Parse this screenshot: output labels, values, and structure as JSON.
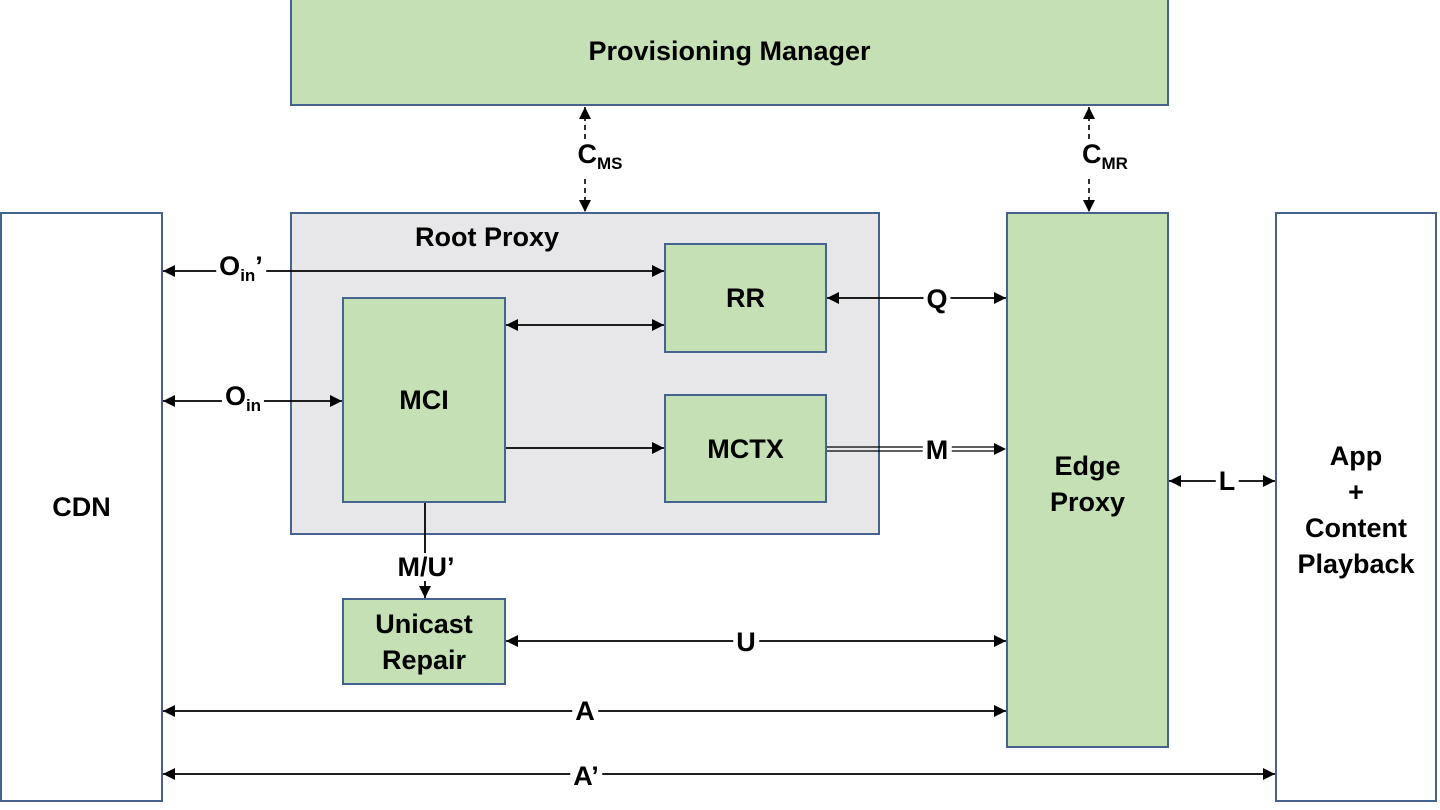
{
  "nodes": {
    "provisioning_manager": "Provisioning Manager",
    "root_proxy": "Root Proxy",
    "rr": "RR",
    "mci": "MCI",
    "mctx": "MCTX",
    "unicast_repair": [
      "Unicast",
      "Repair"
    ],
    "edge_proxy": [
      "Edge",
      "Proxy"
    ],
    "cdn": "CDN",
    "app": [
      "App",
      "+",
      "Content",
      "Playback"
    ]
  },
  "edges": {
    "cms": {
      "main": "C",
      "sub": "MS"
    },
    "cmr": {
      "main": "C",
      "sub": "MR"
    },
    "oin_prime": {
      "main": "O",
      "sub": "in",
      "suffix": "’"
    },
    "oin": {
      "main": "O",
      "sub": "in"
    },
    "q": "Q",
    "m": "M",
    "l": "L",
    "mu_prime": "M/U’",
    "u": "U",
    "a": "A",
    "a_prime": "A’"
  },
  "colors": {
    "component_fill": "#c5e0b4",
    "root_proxy_fill": "#e7e6e8",
    "border": "#44638f",
    "line": "#000000"
  }
}
